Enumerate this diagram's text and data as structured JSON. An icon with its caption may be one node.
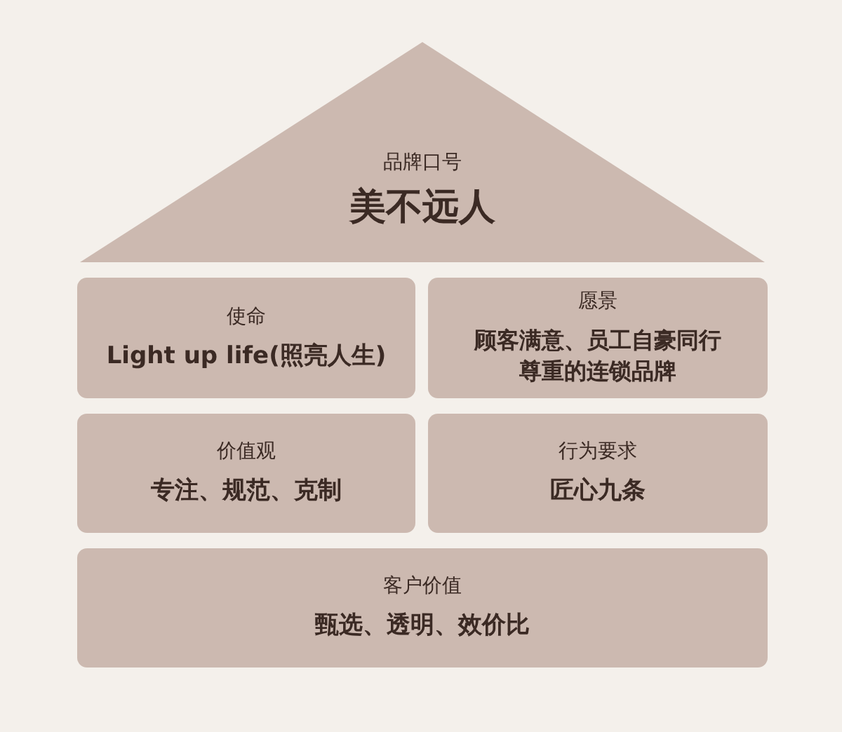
{
  "diagram": {
    "nodes": [
      {
        "text": [
          "品牌口号",
          "美不远人"
        ]
      },
      {
        "text": [
          "使命",
          "Light up life(照亮人生)"
        ]
      },
      {
        "text": [
          "愿景",
          "顾客满意、员工自豪同行尊重的连锁品牌"
        ]
      },
      {
        "text": [
          "价值观",
          "专注、规范、克制"
        ]
      },
      {
        "text": [
          "行为要求",
          "匠心九条"
        ]
      },
      {
        "text": [
          "客户价值",
          "甄选、透明、效价比"
        ]
      }
    ]
  }
}
